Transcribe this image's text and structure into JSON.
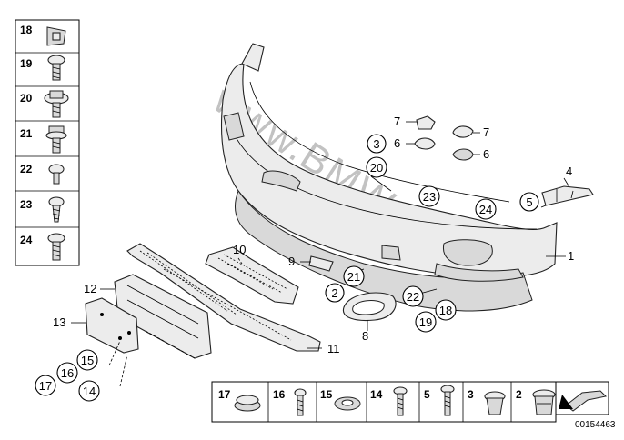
{
  "watermark": "www.BMWstore.nl",
  "document_number": "00154463",
  "sidebar_fasteners": [
    "18",
    "19",
    "20",
    "21",
    "22",
    "23",
    "24"
  ],
  "callouts": {
    "c1": "1",
    "c2": "2",
    "c3": "3",
    "c4": "4",
    "c5": "5",
    "c6a": "6",
    "c6b": "6",
    "c7a": "7",
    "c7b": "7",
    "c8": "8",
    "c9": "9",
    "c10": "10",
    "c11": "11",
    "c12": "12",
    "c13": "13",
    "c14": "14",
    "c15": "15",
    "c16": "16",
    "c17": "17",
    "c18": "18",
    "c19": "19",
    "c20": "20",
    "c21": "21",
    "c22": "22",
    "c23": "23",
    "c24": "24"
  },
  "bottom_fasteners": [
    "17",
    "16",
    "15",
    "14",
    "5",
    "3",
    "2"
  ],
  "colors": {
    "line": "#000000",
    "part_fill": "#ececec",
    "watermark": "#787878"
  }
}
